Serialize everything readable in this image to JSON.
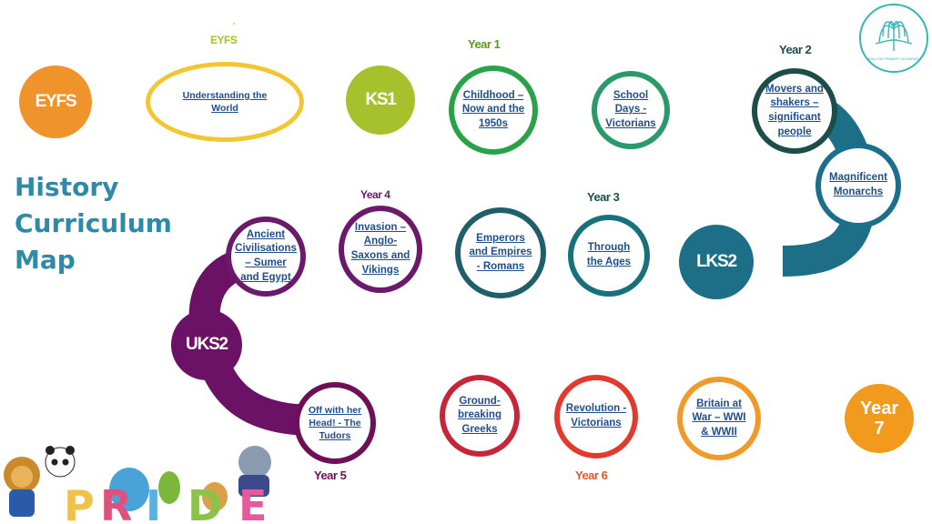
{
  "title": {
    "lines": [
      "History",
      "Curriculum",
      "Map"
    ]
  },
  "colors": {
    "eyfs": "#f0932b",
    "eyfs_border": "#f3c530",
    "ks1": "#a6c12b",
    "year1_ring": "#2aa24a",
    "year2_ring": "#1d6b6b",
    "magnificent_ring": "#1b6e8c",
    "lks2": "#1c6f86",
    "year3_ring": "#18707a",
    "year4_ring": "#6b1a6b",
    "uks2": "#6b1166",
    "year5_ring": "#6d1058",
    "year6_ring": "#e23a2e",
    "year7": "#f29a1e",
    "title": "#2f8aa8",
    "link_text": "#1f4e8c"
  },
  "stages": {
    "eyfs": "EYFS",
    "ks1": "KS1",
    "lks2": "LKS2",
    "uks2": "UKS2",
    "year7_line1": "Year",
    "year7_line2": "7"
  },
  "year_labels": {
    "eyfs": "EYFS",
    "eyfs_mark": "'",
    "year1": "Year 1",
    "year2": "Year 2",
    "year3": "Year 3",
    "year4": "Year 4",
    "year5": "Year 5",
    "year6": "Year 6"
  },
  "topics": {
    "understanding_world": "Understanding the World",
    "childhood": "Childhood – Now and the 1950s",
    "school_days": "School Days - Victorians",
    "movers_shakers": "Movers and shakers – significant people",
    "magnificent_monarchs": "Magnificent Monarchs",
    "through_the_ages": "Through the Ages",
    "emperors_empires": "Emperors and Empires - Romans",
    "invasion": "Invasion – Anglo-Saxons and Vikings",
    "ancient_civilisations": "Ancient Civilisations – Sumer and Egypt",
    "off_with_her_head": "Off with her Head! - The Tudors",
    "ground_breaking": "Ground-breaking Greeks",
    "revolution": "Revolution - Victorians",
    "britain_at_war": "Britain at War – WWI & WWII"
  },
  "logo": {
    "text": "WILLOW PRIMARY ACADEMY"
  },
  "mascots": {
    "letters": [
      "P",
      "R",
      "I",
      "D",
      "E"
    ]
  }
}
